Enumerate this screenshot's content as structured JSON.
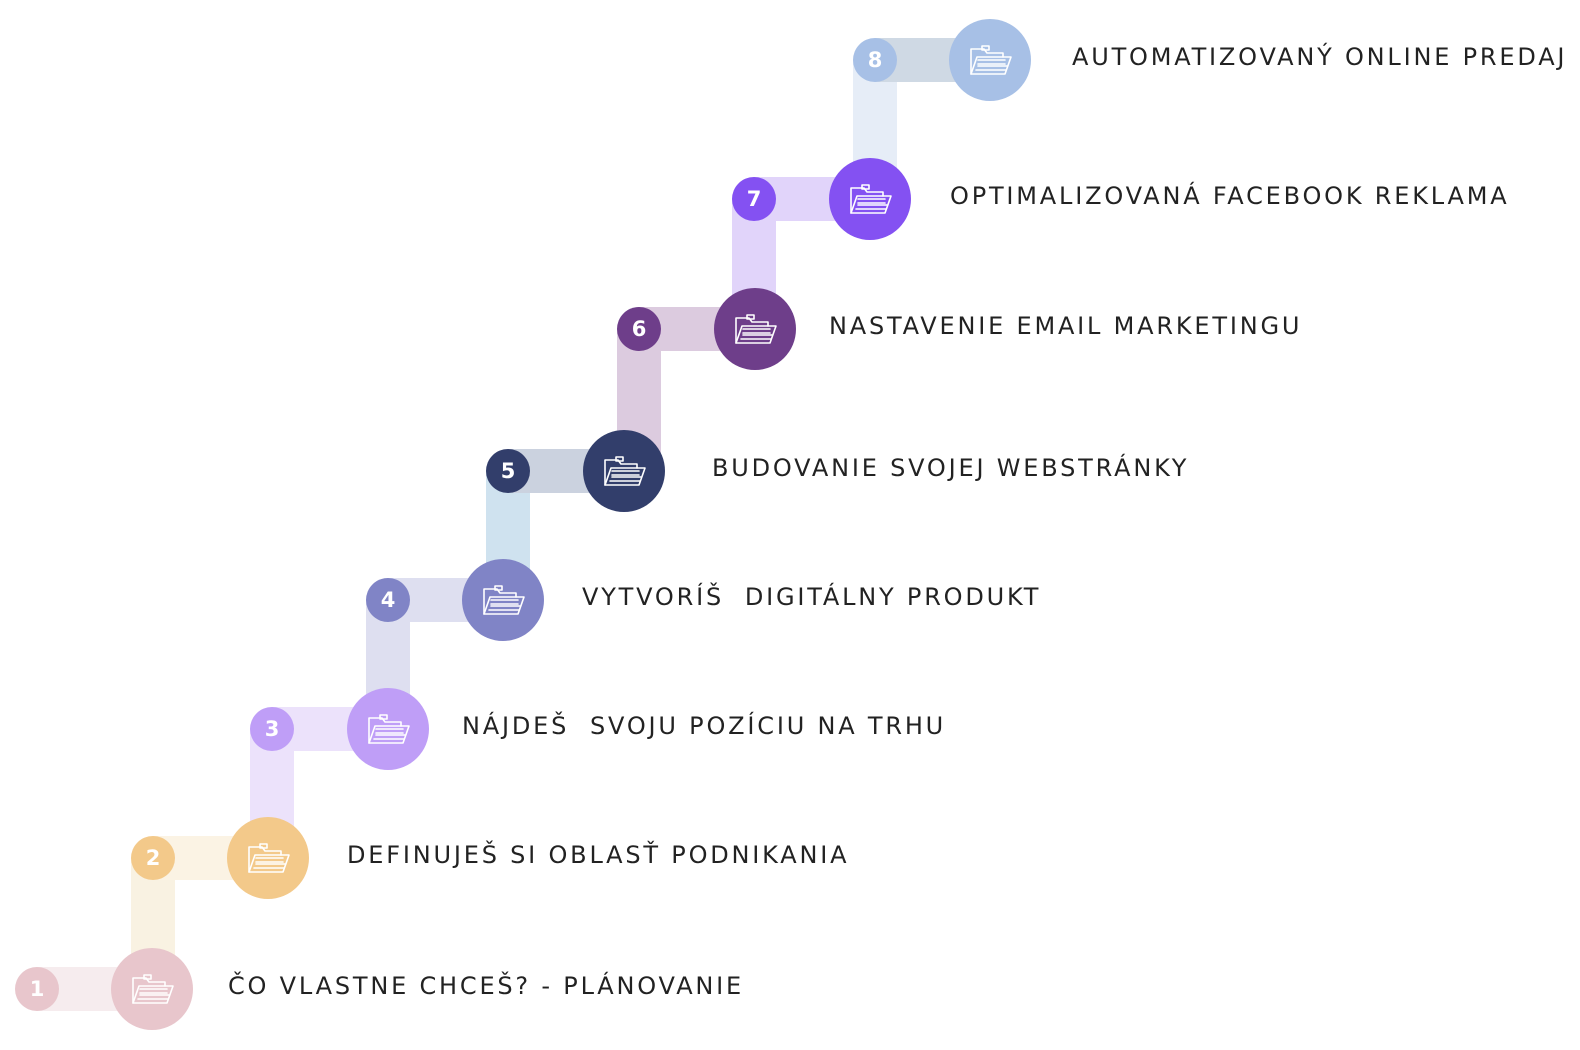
{
  "steps": [
    {
      "number": "1",
      "label": "ČO VLASTNE CHCEŠ? - PLÁNOVANIE",
      "color": "#e8c6cc",
      "connector_color": "#f6ecee",
      "icon": "folder-icon"
    },
    {
      "number": "2",
      "label": "DEFINUJEŠ SI OBLASŤ PODNIKANIA",
      "color": "#f3c98a",
      "connector_color": "#fbf3e4",
      "icon": "folder-icon"
    },
    {
      "number": "3",
      "label": "NÁJDEŠ  SVOJU POZÍCIU NA TRHU",
      "color": "#bf9ef7",
      "connector_color": "#ece2fb",
      "icon": "folder-icon"
    },
    {
      "number": "4",
      "label": "VYTVORÍŠ  DIGITÁLNY PRODUKT",
      "color": "#8084c6",
      "connector_color": "#dedff0",
      "icon": "folder-icon"
    },
    {
      "number": "5",
      "label": "BUDOVANIE SVOJEJ WEBSTRÁNKY",
      "color": "#323e6b",
      "connector_color": "#cbd2df",
      "icon": "folder-icon"
    },
    {
      "number": "6",
      "label": "NASTAVENIE EMAIL MARKETINGU",
      "color": "#6e3e8a",
      "connector_color": "#dccbdf",
      "icon": "folder-icon"
    },
    {
      "number": "7",
      "label": "OPTIMALIZOVANÁ FACEBOOK REKLAMA",
      "color": "#8451f2",
      "connector_color": "#e1d4fa",
      "icon": "folder-icon"
    },
    {
      "number": "8",
      "label": "AUTOMATIZOVANÝ ONLINE PREDAJ",
      "color": "#a7c0e6",
      "connector_color": "#cfd9e4",
      "icon": "folder-icon"
    }
  ],
  "vertical_connector_colors": [
    "#f9f2e2",
    "#ece2fb",
    "#dedff0",
    "#cfe2ef",
    "#dccbdf",
    "#e1d4fa",
    "#e6edf7"
  ]
}
